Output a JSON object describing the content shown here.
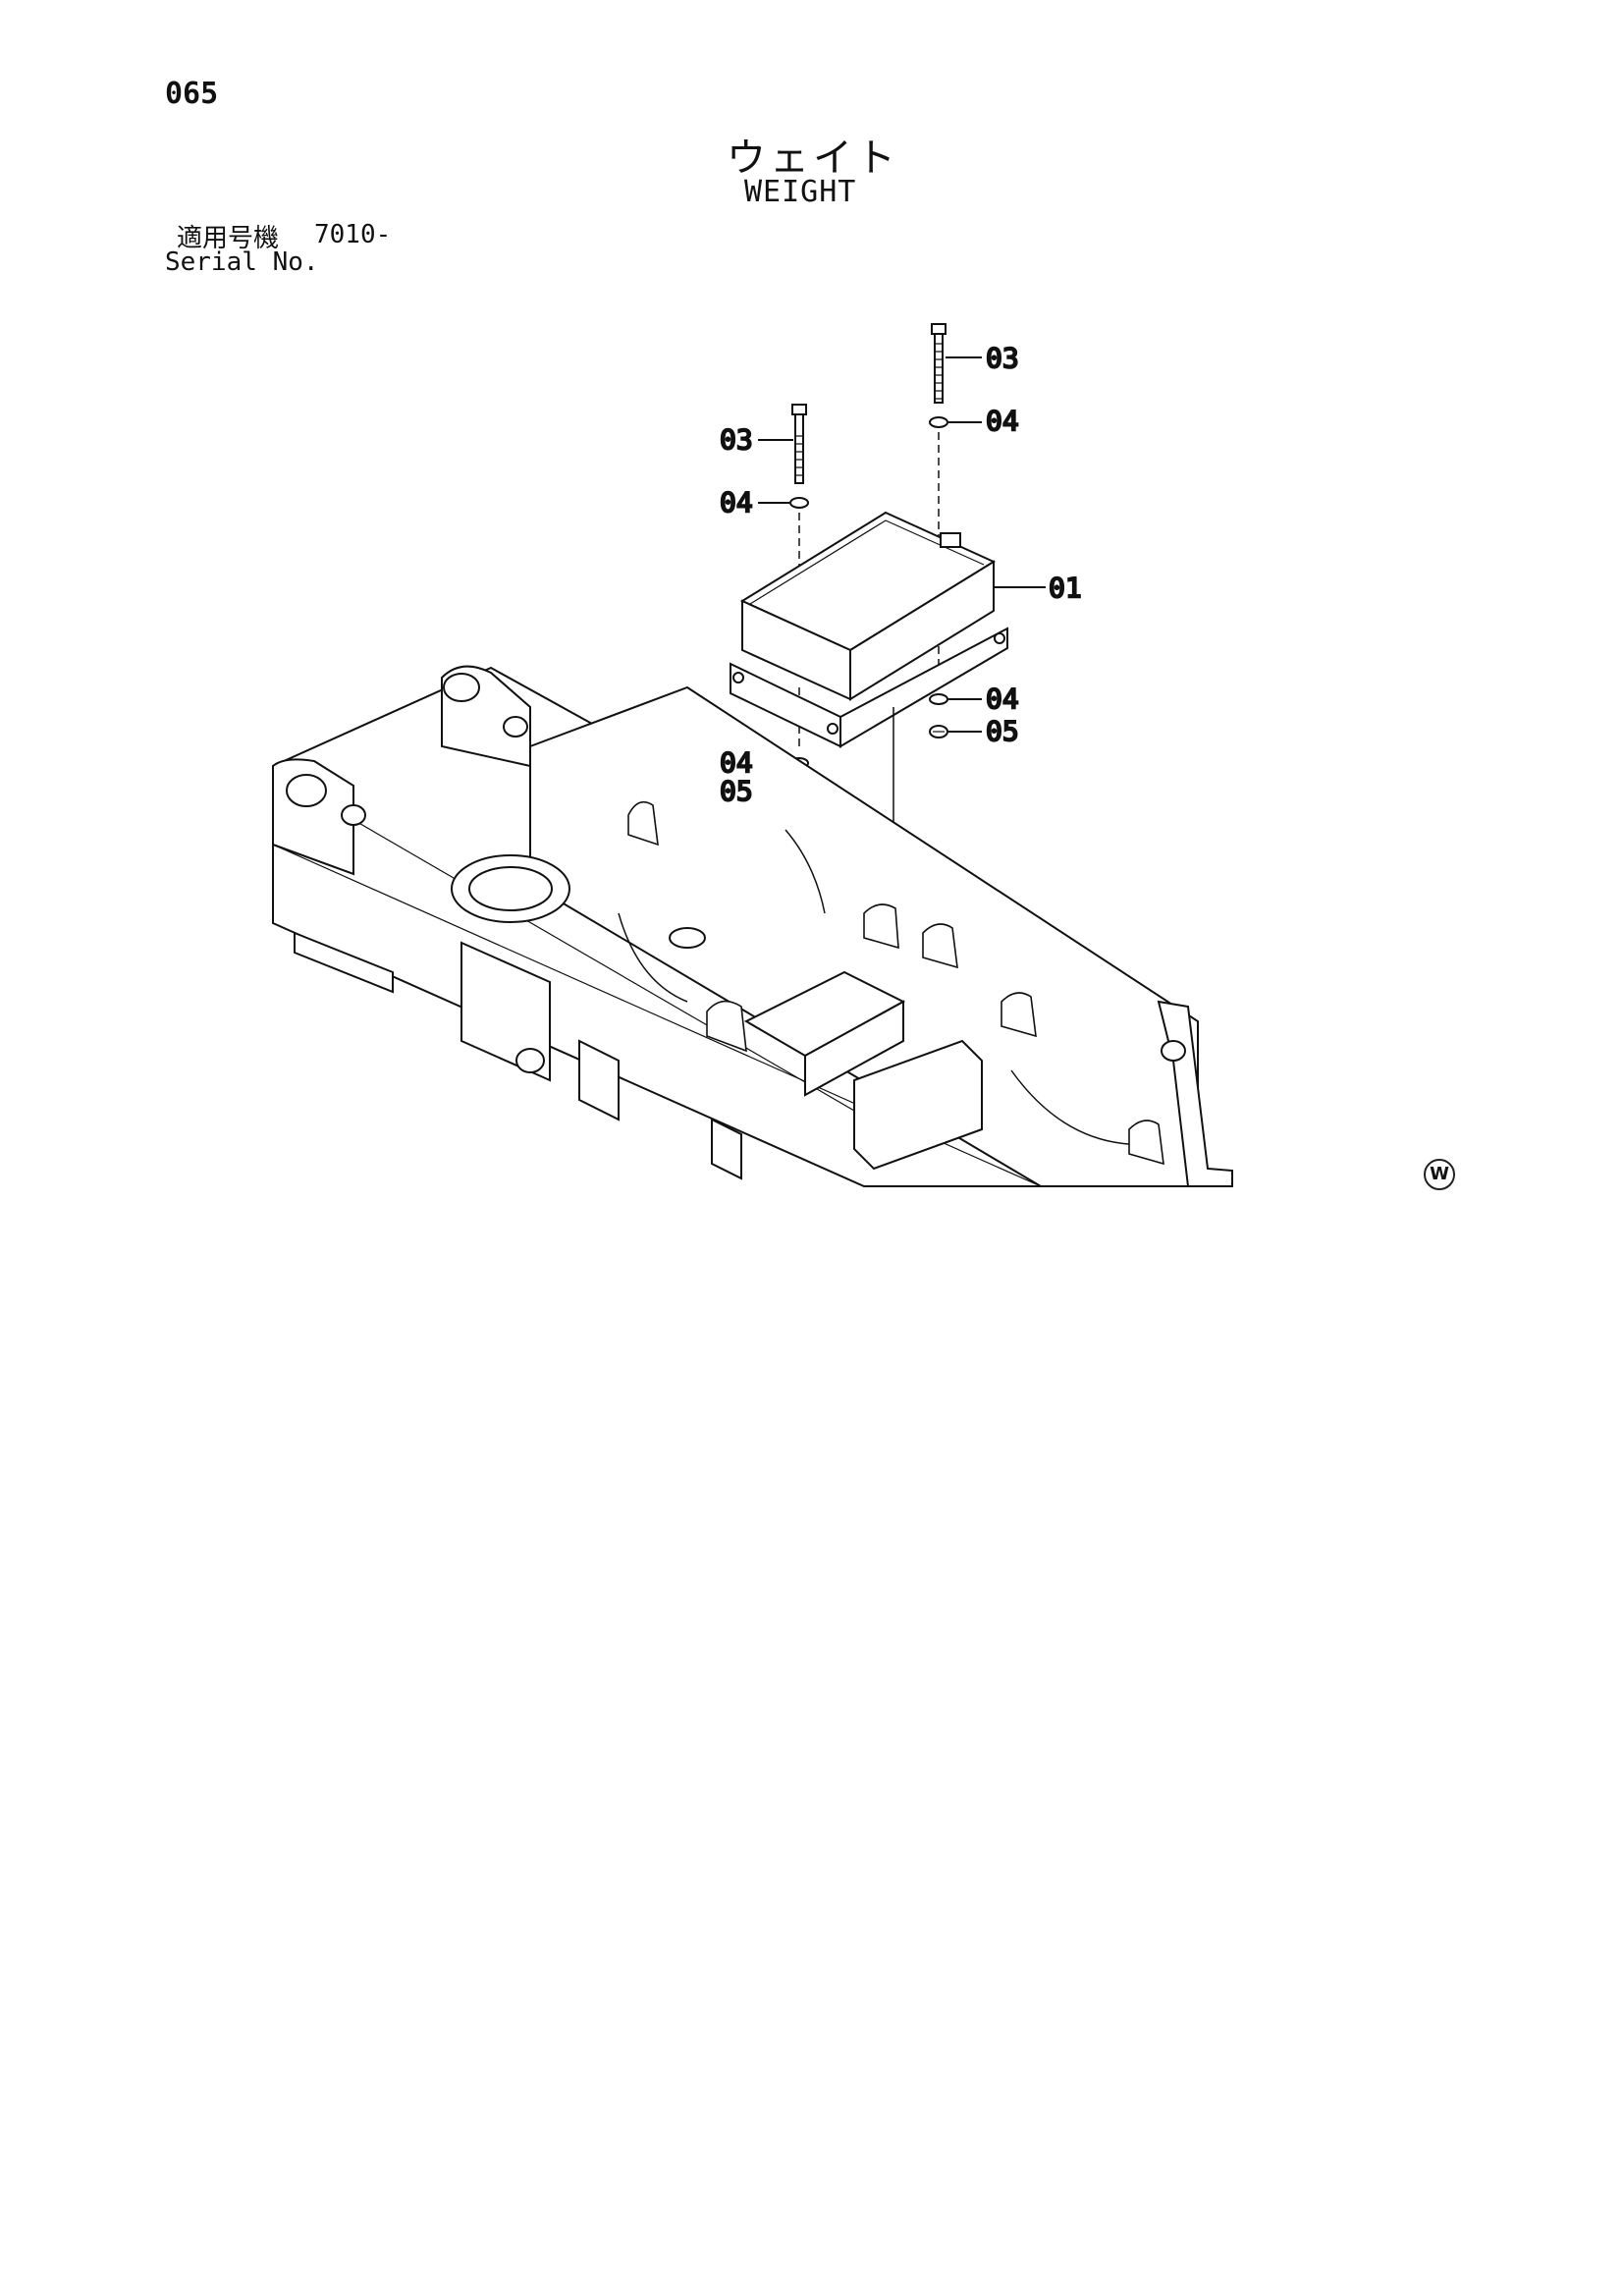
{
  "page_number": "065",
  "title_jp": "ウェイト",
  "title_en": "WEIGHT",
  "serial": {
    "label_jp": "適用号機",
    "value": "7010-",
    "label_en": "Serial No."
  },
  "callouts": [
    "03",
    "04",
    "01",
    "04",
    "05",
    "03",
    "04",
    "04",
    "05"
  ],
  "watermark": "W"
}
